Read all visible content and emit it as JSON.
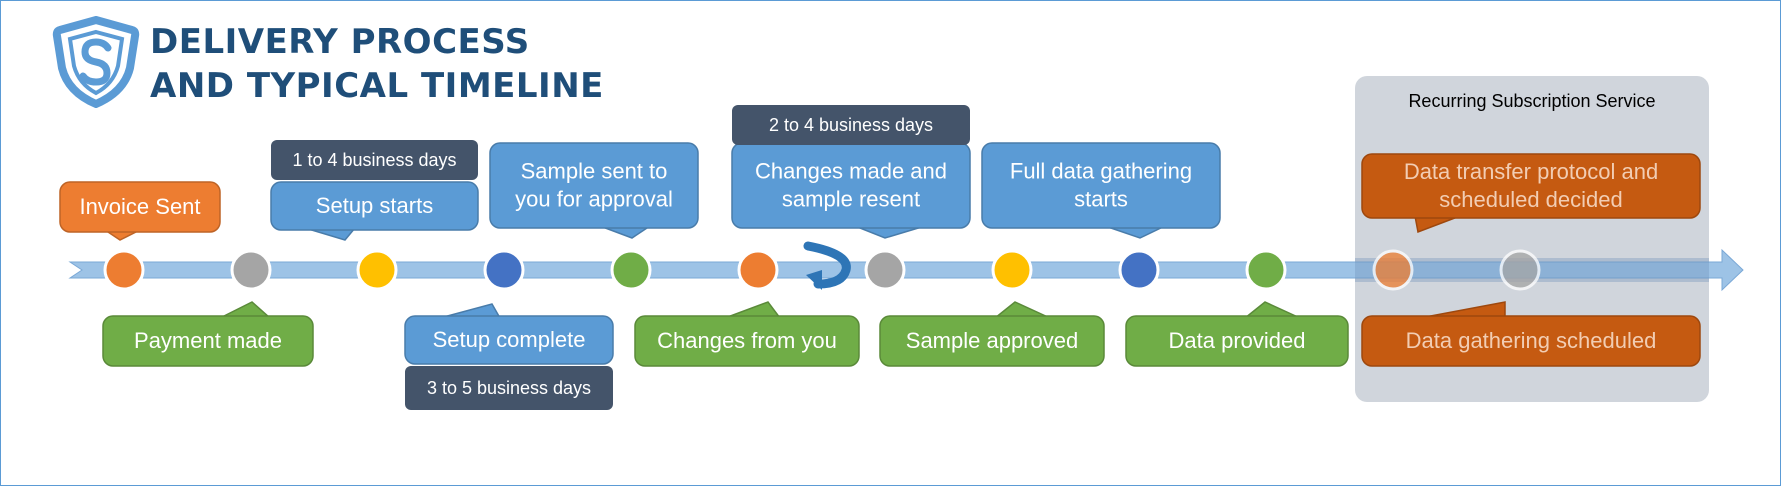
{
  "header": {
    "title_line1": "DELIVERY PROCESS",
    "title_line2": "AND TYPICAL TIMELINE",
    "logo_icon": "shield-s-icon"
  },
  "colors": {
    "orange": "#ed7d31",
    "gray": "#a5a5a5",
    "yellow": "#ffc000",
    "blue": "#4472c4",
    "green": "#70ad47",
    "callout_blue": "#5b9bd5",
    "callout_green": "#70ad47",
    "duration_box": "#44546a",
    "subscription_panel": "#d0d5dc",
    "subscription_callout": "#c55a11",
    "axis": "#9dc3e6",
    "title": "#1f4e79"
  },
  "subscription": {
    "label": "Recurring Subscription Service"
  },
  "callouts": [
    {
      "id": "invoice-sent",
      "text": "Invoice Sent"
    },
    {
      "id": "payment-made",
      "text": "Payment made"
    },
    {
      "id": "setup-starts",
      "text": "Setup starts"
    },
    {
      "id": "setup-complete",
      "text": "Setup complete"
    },
    {
      "id": "sample-sent",
      "text": "Sample sent to\nyou for approval"
    },
    {
      "id": "changes-from-you",
      "text": "Changes from you"
    },
    {
      "id": "changes-made",
      "text": "Changes made and\nsample resent"
    },
    {
      "id": "sample-approved",
      "text": "Sample approved"
    },
    {
      "id": "full-data",
      "text": "Full data gathering\nstarts"
    },
    {
      "id": "data-provided",
      "text": "Data provided"
    },
    {
      "id": "data-transfer",
      "text": "Data transfer protocol and\nscheduled decided"
    },
    {
      "id": "data-gathering-scheduled",
      "text": "Data gathering scheduled"
    }
  ],
  "durations": [
    {
      "id": "setup-duration",
      "text": "1 to 4 business days"
    },
    {
      "id": "setup-complete-duration",
      "text": "3 to 5 business days"
    },
    {
      "id": "changes-duration",
      "text": "2 to 4 business days"
    }
  ],
  "milestones": [
    {
      "color": "orange"
    },
    {
      "color": "gray"
    },
    {
      "color": "yellow"
    },
    {
      "color": "blue"
    },
    {
      "color": "green"
    },
    {
      "color": "orange"
    },
    {
      "color": "gray"
    },
    {
      "color": "yellow"
    },
    {
      "color": "blue"
    },
    {
      "color": "green"
    },
    {
      "color": "orange"
    },
    {
      "color": "gray"
    }
  ],
  "loop_icon": "curved-return-arrow-icon"
}
